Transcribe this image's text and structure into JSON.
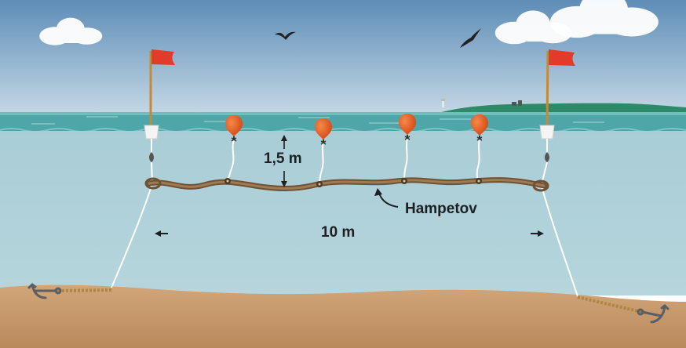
{
  "labels": {
    "depth": "1,5 m",
    "rope": "Hampetov",
    "width": "10 m"
  },
  "icons": {
    "flags": "flag-buoy-icon",
    "floats": "float-buoy-icon",
    "anchors": "anchor-icon",
    "birds": "seagull-icon",
    "clouds": "cloud-icon",
    "lighthouse": "lighthouse-icon"
  },
  "colors": {
    "sky_top": "#5f8fb8",
    "sky_bottom": "#c9dbe6",
    "sea_surface": "#4fa7a9",
    "water": "#abcdd6",
    "seabed": "#c89a6d",
    "rope": "#8a6a48",
    "float": "#e8591e",
    "flag": "#e23b2a",
    "island": "#2f8a6a"
  }
}
